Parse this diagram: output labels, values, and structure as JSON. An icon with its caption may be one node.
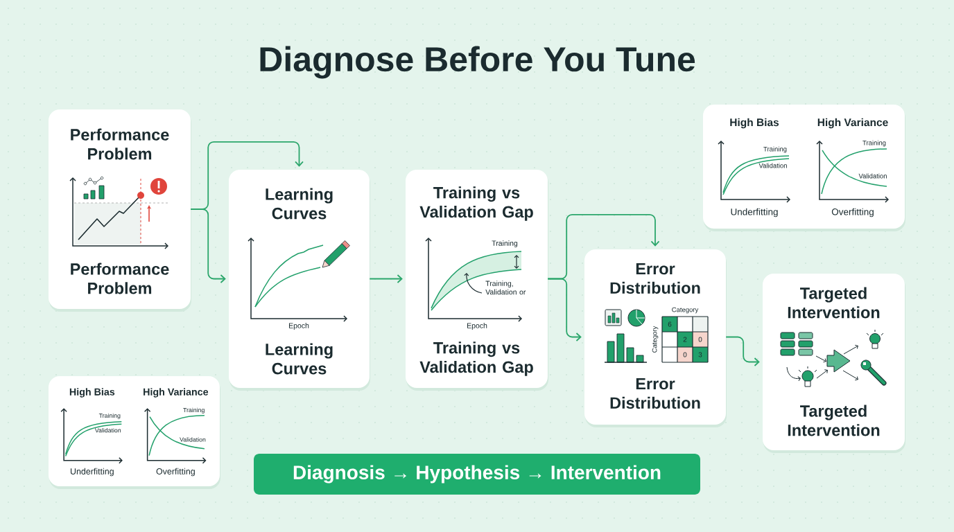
{
  "diagram": {
    "title": "Diagnose Before You Tune",
    "nodes": [
      {
        "text": [
          "Performance Problem",
          "Performance Problem"
        ]
      },
      {
        "text": [
          "Learning Curves",
          "Epoch",
          "Learning Curves"
        ]
      },
      {
        "text": [
          "Training vs Validation Gap",
          "Training",
          "Training, Validation or",
          "Epoch",
          "Training vs Validation Gap"
        ]
      },
      {
        "text": [
          "Error Distribution",
          "Category",
          "Category",
          "6",
          "2",
          "0",
          "0",
          "3",
          "Error Distribution"
        ]
      },
      {
        "text": [
          "Targeted Intervention",
          "Targeted Intervention"
        ]
      },
      {
        "text": [
          "High Bias",
          "High Variance",
          "Training",
          "Validation",
          "Training",
          "Validation",
          "Underfitting",
          "Overfitting"
        ]
      },
      {
        "text": [
          "High Bias",
          "High Variance",
          "Training",
          "Validation",
          "Training",
          "Validation",
          "Underfitting",
          "Overfitting"
        ]
      },
      {
        "text": [
          "Diagnosis → Hypothesis → Intervention"
        ]
      }
    ],
    "edges": [
      {
        "from": 0,
        "to": 1,
        "arrow": "to"
      },
      {
        "from": 0,
        "to": 1,
        "arrow": "to"
      },
      {
        "from": 1,
        "to": 2,
        "arrow": "to"
      },
      {
        "from": 2,
        "to": 3,
        "arrow": "to"
      },
      {
        "from": 2,
        "to": 3,
        "arrow": "to"
      },
      {
        "from": 3,
        "to": 4,
        "arrow": "to"
      }
    ]
  }
}
